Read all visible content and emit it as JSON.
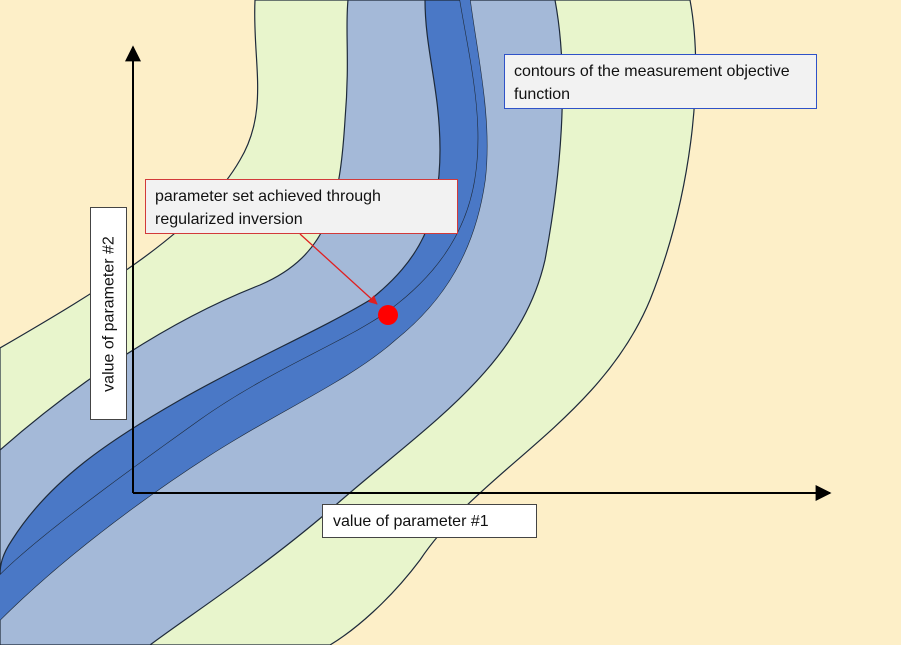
{
  "labels": {
    "contours": "contours of the measurement objective function",
    "parameter_set": "parameter set achieved through regularized inversion",
    "x_axis": "value of parameter #1",
    "y_axis": "value of parameter #2"
  },
  "colors": {
    "background": "#fdefc8",
    "outer_band": "#e8f5cc",
    "middle_band": "#a4b9d8",
    "inner_band": "#4a78c6",
    "marker": "#ff0000",
    "callout_arrow": "#e02020",
    "contour_line": "#1e2a3a"
  }
}
